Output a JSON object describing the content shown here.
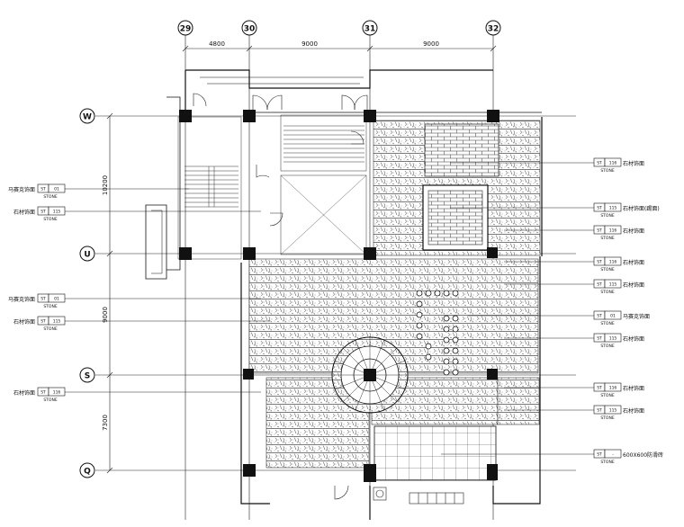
{
  "grid": {
    "columns": [
      "29",
      "30",
      "31",
      "32"
    ],
    "rows": [
      "W",
      "U",
      "S",
      "Q"
    ]
  },
  "dimensions": {
    "top": [
      "4800",
      "9000",
      "9000"
    ],
    "left": [
      "10200",
      "9000",
      "7300"
    ]
  },
  "left_tags": [
    {
      "name": "马赛克饰面",
      "code": "ST",
      "num": "01",
      "sub": "STONE"
    },
    {
      "name": "石材饰面",
      "code": "ST",
      "num": "115",
      "sub": "STONE"
    },
    {
      "name": "马赛克饰面",
      "code": "ST",
      "num": "01",
      "sub": "STONE"
    },
    {
      "name": "石材饰面",
      "code": "ST",
      "num": "115",
      "sub": "STONE"
    },
    {
      "name": "石材饰面",
      "code": "ST",
      "num": "116",
      "sub": "STONE"
    }
  ],
  "right_tags": [
    {
      "name": "石材饰面",
      "code": "ST",
      "num": "116",
      "sub": "STONE"
    },
    {
      "name": "石材饰面(踢面)",
      "code": "ST",
      "num": "115",
      "sub": "STONE"
    },
    {
      "name": "石材饰面",
      "code": "ST",
      "num": "116",
      "sub": "STONE"
    },
    {
      "name": "石材饰面",
      "code": "ST",
      "num": "116",
      "sub": "STONE"
    },
    {
      "name": "石材饰面",
      "code": "ST",
      "num": "115",
      "sub": "STONE"
    },
    {
      "name": "马赛克饰面",
      "code": "ST",
      "num": "01",
      "sub": "STONE"
    },
    {
      "name": "石材饰面",
      "code": "ST",
      "num": "115",
      "sub": "STONE"
    },
    {
      "name": "石材饰面",
      "code": "ST",
      "num": "116",
      "sub": "STONE"
    },
    {
      "name": "石材饰面",
      "code": "ST",
      "num": "115",
      "sub": "STONE"
    },
    {
      "name": "600X600防滑砖",
      "code": "ST",
      "num": "-",
      "sub": "STONE"
    }
  ]
}
